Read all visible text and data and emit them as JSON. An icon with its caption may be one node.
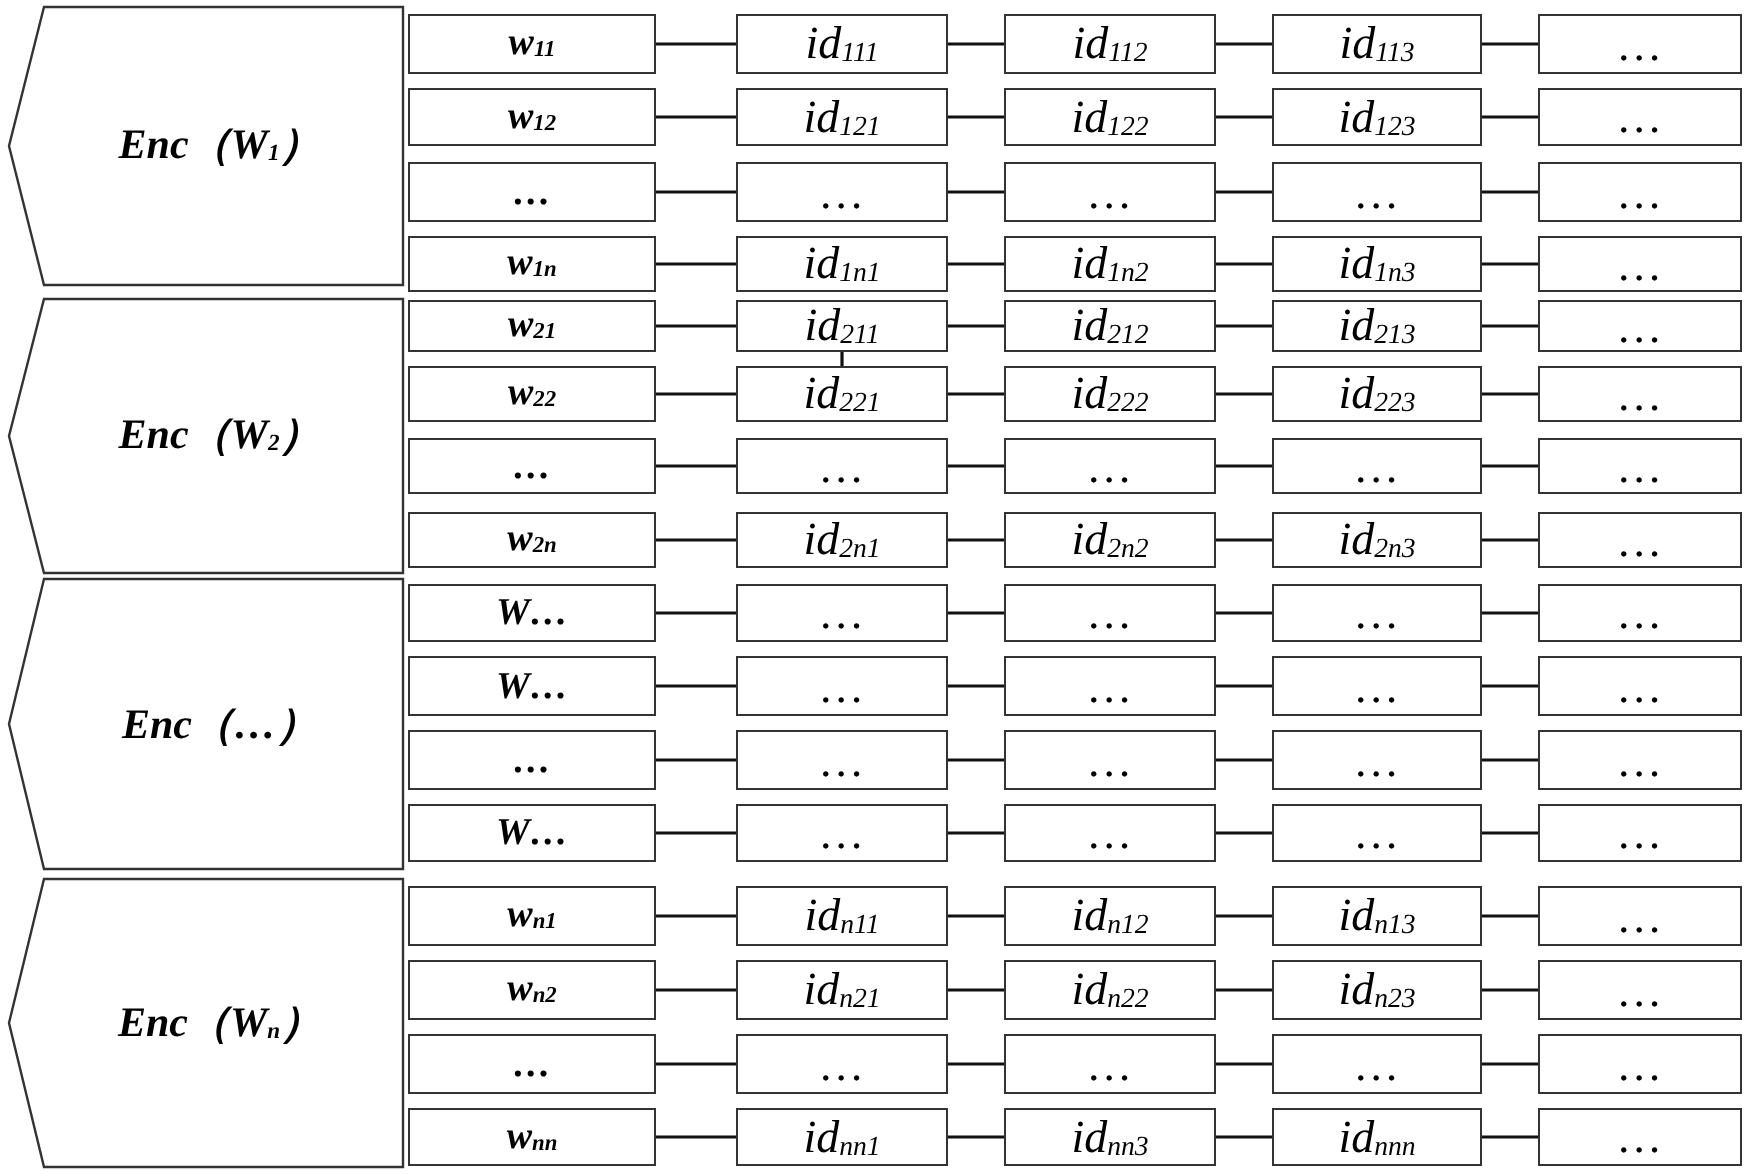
{
  "diagram": {
    "nodes": [
      {
        "text": [
          "Enc（W$_{1}$）"
        ]
      },
      {
        "text": [
          "w$_{11}$"
        ]
      },
      {
        "text": [
          "id$_{111}$"
        ]
      },
      {
        "text": [
          "id$_{112}$"
        ]
      },
      {
        "text": [
          "id$_{113}$"
        ]
      },
      {
        "text": [
          "…"
        ]
      },
      {
        "text": [
          "w$_{12}$"
        ]
      },
      {
        "text": [
          "id$_{121}$"
        ]
      },
      {
        "text": [
          "id$_{122}$"
        ]
      },
      {
        "text": [
          "id$_{123}$"
        ]
      },
      {
        "text": [
          "…"
        ]
      },
      {
        "text": [
          "…"
        ]
      },
      {
        "text": [
          "…"
        ]
      },
      {
        "text": [
          "…"
        ]
      },
      {
        "text": [
          "…"
        ]
      },
      {
        "text": [
          "…"
        ]
      },
      {
        "text": [
          "w$_{1n}$"
        ]
      },
      {
        "text": [
          "id$_{1n1}$"
        ]
      },
      {
        "text": [
          "id$_{1n2}$"
        ]
      },
      {
        "text": [
          "id$_{1n3}$"
        ]
      },
      {
        "text": [
          "…"
        ]
      },
      {
        "text": [
          "Enc（W$_{2}$）"
        ]
      },
      {
        "text": [
          "w$_{21}$"
        ]
      },
      {
        "text": [
          "id$_{211}$"
        ]
      },
      {
        "text": [
          "id$_{212}$"
        ]
      },
      {
        "text": [
          "id$_{213}$"
        ]
      },
      {
        "text": [
          "…"
        ]
      },
      {
        "text": [
          "w$_{22}$"
        ]
      },
      {
        "text": [
          "id$_{221}$"
        ]
      },
      {
        "text": [
          "id$_{222}$"
        ]
      },
      {
        "text": [
          "id$_{223}$"
        ]
      },
      {
        "text": [
          "…"
        ]
      },
      {
        "text": [
          "…"
        ]
      },
      {
        "text": [
          "…"
        ]
      },
      {
        "text": [
          "…"
        ]
      },
      {
        "text": [
          "…"
        ]
      },
      {
        "text": [
          "…"
        ]
      },
      {
        "text": [
          "w$_{2n}$"
        ]
      },
      {
        "text": [
          "id$_{2n1}$"
        ]
      },
      {
        "text": [
          "id$_{2n2}$"
        ]
      },
      {
        "text": [
          "id$_{2n3}$"
        ]
      },
      {
        "text": [
          "…"
        ]
      },
      {
        "text": [
          "Enc（…）"
        ]
      },
      {
        "text": [
          "W…"
        ]
      },
      {
        "text": [
          "…"
        ]
      },
      {
        "text": [
          "…"
        ]
      },
      {
        "text": [
          "…"
        ]
      },
      {
        "text": [
          "…"
        ]
      },
      {
        "text": [
          "W…"
        ]
      },
      {
        "text": [
          "…"
        ]
      },
      {
        "text": [
          "…"
        ]
      },
      {
        "text": [
          "…"
        ]
      },
      {
        "text": [
          "…"
        ]
      },
      {
        "text": [
          "…"
        ]
      },
      {
        "text": [
          "…"
        ]
      },
      {
        "text": [
          "…"
        ]
      },
      {
        "text": [
          "…"
        ]
      },
      {
        "text": [
          "…"
        ]
      },
      {
        "text": [
          "W…"
        ]
      },
      {
        "text": [
          "…"
        ]
      },
      {
        "text": [
          "…"
        ]
      },
      {
        "text": [
          "…"
        ]
      },
      {
        "text": [
          "…"
        ]
      },
      {
        "text": [
          "Enc（W$_{n}$）"
        ]
      },
      {
        "text": [
          "w$_{n1}$"
        ]
      },
      {
        "text": [
          "id$_{n11}$"
        ]
      },
      {
        "text": [
          "id$_{n12}$"
        ]
      },
      {
        "text": [
          "id$_{n13}$"
        ]
      },
      {
        "text": [
          "…"
        ]
      },
      {
        "text": [
          "w$_{n2}$"
        ]
      },
      {
        "text": [
          "id$_{n21}$"
        ]
      },
      {
        "text": [
          "id$_{n22}$"
        ]
      },
      {
        "text": [
          "id$_{n23}$"
        ]
      },
      {
        "text": [
          "…"
        ]
      },
      {
        "text": [
          "…"
        ]
      },
      {
        "text": [
          "…"
        ]
      },
      {
        "text": [
          "…"
        ]
      },
      {
        "text": [
          "…"
        ]
      },
      {
        "text": [
          "…"
        ]
      },
      {
        "text": [
          "w$_{nn}$"
        ]
      },
      {
        "text": [
          "id$_{nn1}$"
        ]
      },
      {
        "text": [
          "id$_{nn3}$"
        ]
      },
      {
        "text": [
          "id$_{nnn}$"
        ]
      },
      {
        "text": [
          "…"
        ]
      }
    ],
    "edges": [
      {
        "from": 1,
        "to": 2,
        "arrow": "none"
      },
      {
        "from": 2,
        "to": 3,
        "arrow": "none"
      },
      {
        "from": 3,
        "to": 4,
        "arrow": "none"
      },
      {
        "from": 4,
        "to": 5,
        "arrow": "none"
      },
      {
        "from": 6,
        "to": 7,
        "arrow": "none"
      },
      {
        "from": 7,
        "to": 8,
        "arrow": "none"
      },
      {
        "from": 8,
        "to": 9,
        "arrow": "none"
      },
      {
        "from": 9,
        "to": 10,
        "arrow": "none"
      },
      {
        "from": 11,
        "to": 12,
        "arrow": "none"
      },
      {
        "from": 12,
        "to": 13,
        "arrow": "none"
      },
      {
        "from": 13,
        "to": 14,
        "arrow": "none"
      },
      {
        "from": 14,
        "to": 15,
        "arrow": "none"
      },
      {
        "from": 16,
        "to": 17,
        "arrow": "none"
      },
      {
        "from": 17,
        "to": 18,
        "arrow": "none"
      },
      {
        "from": 18,
        "to": 19,
        "arrow": "none"
      },
      {
        "from": 19,
        "to": 20,
        "arrow": "none"
      },
      {
        "from": 22,
        "to": 23,
        "arrow": "none"
      },
      {
        "from": 23,
        "to": 24,
        "arrow": "none"
      },
      {
        "from": 24,
        "to": 25,
        "arrow": "none"
      },
      {
        "from": 25,
        "to": 26,
        "arrow": "none"
      },
      {
        "from": 27,
        "to": 28,
        "arrow": "none"
      },
      {
        "from": 28,
        "to": 29,
        "arrow": "none"
      },
      {
        "from": 29,
        "to": 30,
        "arrow": "none"
      },
      {
        "from": 30,
        "to": 31,
        "arrow": "none"
      },
      {
        "from": 32,
        "to": 33,
        "arrow": "none"
      },
      {
        "from": 33,
        "to": 34,
        "arrow": "none"
      },
      {
        "from": 34,
        "to": 35,
        "arrow": "none"
      },
      {
        "from": 35,
        "to": 36,
        "arrow": "none"
      },
      {
        "from": 37,
        "to": 38,
        "arrow": "none"
      },
      {
        "from": 38,
        "to": 39,
        "arrow": "none"
      },
      {
        "from": 39,
        "to": 40,
        "arrow": "none"
      },
      {
        "from": 40,
        "to": 41,
        "arrow": "none"
      },
      {
        "from": 23,
        "to": 28,
        "arrow": "none"
      },
      {
        "from": 43,
        "to": 44,
        "arrow": "none"
      },
      {
        "from": 44,
        "to": 45,
        "arrow": "none"
      },
      {
        "from": 45,
        "to": 46,
        "arrow": "none"
      },
      {
        "from": 46,
        "to": 47,
        "arrow": "none"
      },
      {
        "from": 48,
        "to": 49,
        "arrow": "none"
      },
      {
        "from": 49,
        "to": 50,
        "arrow": "none"
      },
      {
        "from": 50,
        "to": 51,
        "arrow": "none"
      },
      {
        "from": 51,
        "to": 52,
        "arrow": "none"
      },
      {
        "from": 53,
        "to": 54,
        "arrow": "none"
      },
      {
        "from": 54,
        "to": 55,
        "arrow": "none"
      },
      {
        "from": 55,
        "to": 56,
        "arrow": "none"
      },
      {
        "from": 56,
        "to": 57,
        "arrow": "none"
      },
      {
        "from": 58,
        "to": 59,
        "arrow": "none"
      },
      {
        "from": 59,
        "to": 60,
        "arrow": "none"
      },
      {
        "from": 60,
        "to": 61,
        "arrow": "none"
      },
      {
        "from": 61,
        "to": 62,
        "arrow": "none"
      },
      {
        "from": 64,
        "to": 65,
        "arrow": "none"
      },
      {
        "from": 65,
        "to": 66,
        "arrow": "none"
      },
      {
        "from": 66,
        "to": 67,
        "arrow": "none"
      },
      {
        "from": 67,
        "to": 68,
        "arrow": "none"
      },
      {
        "from": 69,
        "to": 70,
        "arrow": "none"
      },
      {
        "from": 70,
        "to": 71,
        "arrow": "none"
      },
      {
        "from": 71,
        "to": 72,
        "arrow": "none"
      },
      {
        "from": 72,
        "to": 73,
        "arrow": "none"
      },
      {
        "from": 74,
        "to": 75,
        "arrow": "none"
      },
      {
        "from": 75,
        "to": 76,
        "arrow": "none"
      },
      {
        "from": 76,
        "to": 77,
        "arrow": "none"
      },
      {
        "from": 77,
        "to": 78,
        "arrow": "none"
      },
      {
        "from": 79,
        "to": 80,
        "arrow": "none"
      },
      {
        "from": 80,
        "to": 81,
        "arrow": "none"
      },
      {
        "from": 81,
        "to": 82,
        "arrow": "none"
      },
      {
        "from": 82,
        "to": 83,
        "arrow": "none"
      }
    ]
  }
}
